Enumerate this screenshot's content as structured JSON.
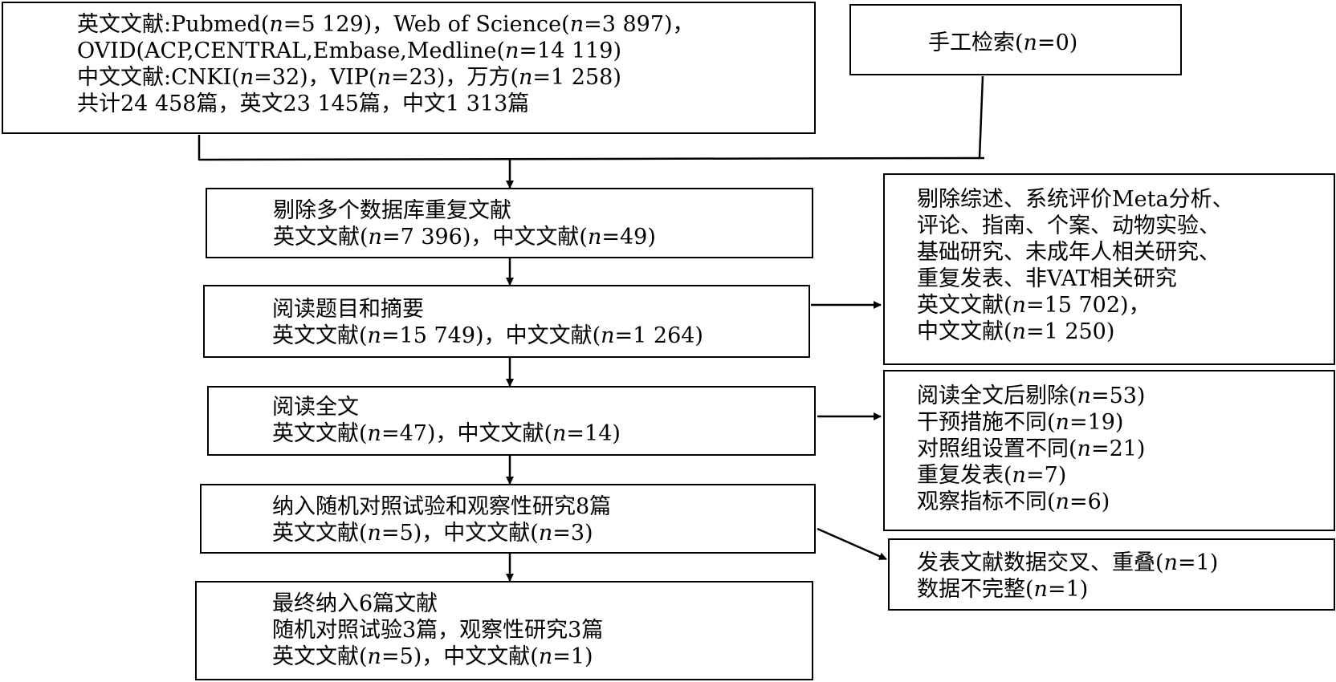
{
  "flowchart": {
    "sources": {
      "lines": [
        "英文文献:Pubmed(n=5 129)，Web of Science(n=3 897)，",
        "OVID(ACP,CENTRAL,Embase,Medline(n=14 119)",
        "中文文献:CNKI(n=32)，VIP(n=23)，万方(n=1 258)",
        "共计24 458篇，英文23 145篇，中文1 313篇"
      ]
    },
    "manual": {
      "lines": [
        "手工检索(n=0)"
      ]
    },
    "dedup": {
      "lines": [
        "剔除多个数据库重复文献",
        "英文文献(n=7 396)，中文文献(n=49)"
      ]
    },
    "title_abstract": {
      "lines": [
        "阅读题目和摘要",
        "英文文献(n=15 749)，中文文献(n=1 264)"
      ]
    },
    "excluded_1": {
      "lines": [
        "剔除综述、系统评价Meta分析、",
        "评论、指南、个案、动物实验、",
        "基础研究、未成年人相关研究、",
        "重复发表、非VAT相关研究",
        "英文文献(n=15 702)，",
        "中文文献(n=1 250)"
      ]
    },
    "fulltext": {
      "lines": [
        "阅读全文",
        "英文文献(n=47)，中文文献(n=14)"
      ]
    },
    "excluded_2": {
      "lines": [
        "阅读全文后剔除(n=53)",
        "干预措施不同(n=19)",
        "对照组设置不同(n=21)",
        "重复发表(n=7)",
        "观察指标不同(n=6)"
      ]
    },
    "included": {
      "lines": [
        "纳入随机对照试验和观察性研究8篇",
        "英文文献(n=5)，中文文献(n=3)"
      ]
    },
    "excluded_3": {
      "lines": [
        "发表文献数据交叉、重叠(n=1)",
        "数据不完整(n=1)"
      ]
    },
    "final": {
      "lines": [
        "最终纳入6篇文献",
        "随机对照试验3篇，观察性研究3篇",
        "英文文献(n=5)，中文文献(n=1)"
      ]
    }
  }
}
